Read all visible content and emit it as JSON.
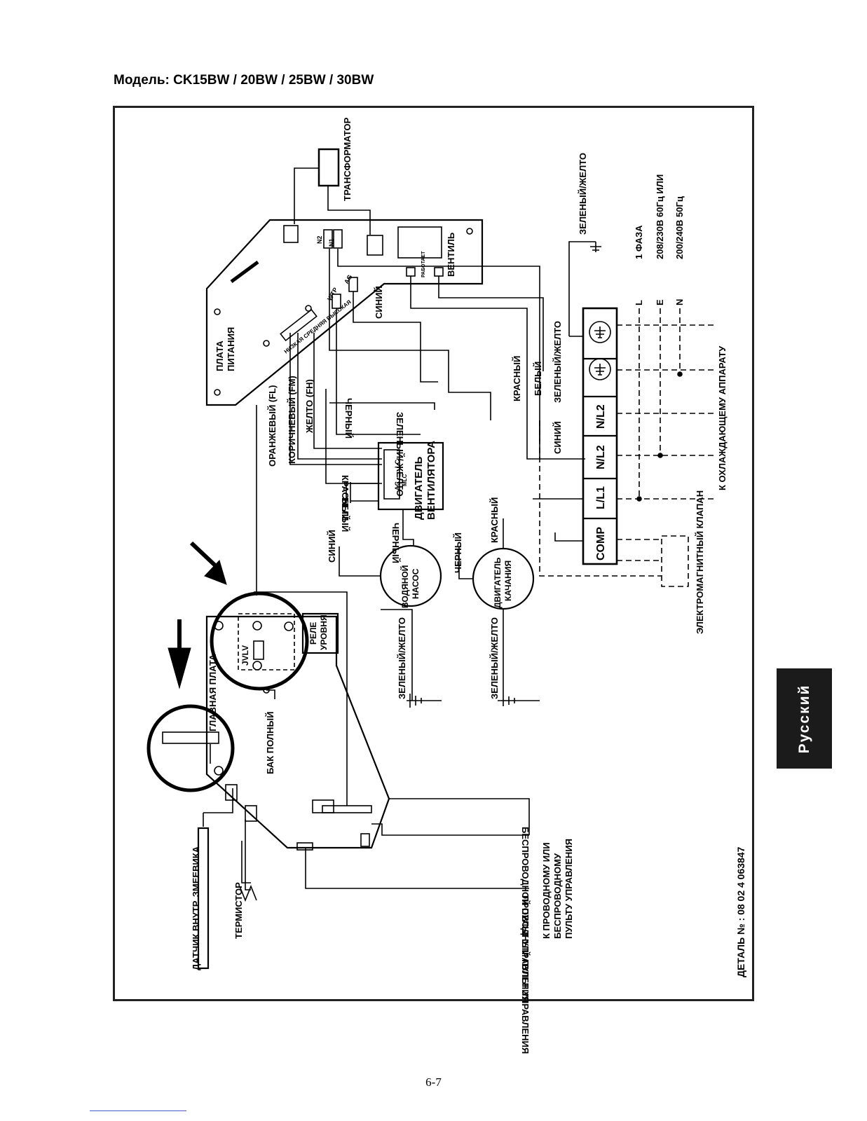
{
  "title": "Модель: CK15BW / 20BW / 25BW / 30BW",
  "side_tab": "Русский",
  "page_number": "6-7",
  "labels": {
    "transformer": "ТРАНСФОРМАТОР",
    "power_board_1": "ПЛАТА",
    "power_board_2": "ПИТАНИЯ",
    "n2": "N2",
    "n1": "N1",
    "wtp": "WTP",
    "ag": "AG",
    "works": "РАБОТАЕТ",
    "valve": "ВЕНТИЛЬ",
    "speeds": "НИЗКАЯ СРЕДНЯЯ ВЫСОКАЯ",
    "blue_1": "СИНИЙ",
    "black_1": "ЧЕРНЫЙ",
    "orange_fl": "ОРАНЖЕВЫЙ (FL)",
    "brown_fm": "КОРИЧНЕВЫЙ (FM)",
    "yellow_fh": "ЖЕЛТО (FH)",
    "green_yellow_mirror": "ЗЕЛЕНЫЙ/ ЖЕЛТО",
    "red_mirror": "КРАСНЫЙ",
    "white_mirror": "БЕЛЫЙ",
    "ac": "AC",
    "lc": "LC",
    "mlc": "MLC",
    "fan_motor_1": "ДВИГАТЕЛЬ",
    "fan_motor_2": "ВЕНТИЛЯТОРА",
    "black_2": "ЧЕРНЫЙ",
    "red_1": "КРАСНЫЙ",
    "white_1": "БЕЛЫЙ",
    "green_yellow_1": "ЗЕЛЕНЫЙ/ЖЕЛТО",
    "blue_2": "СИНИЙ",
    "red_2": "КРАСНЫЙ",
    "black_3": "ЧЕРНЫЙ",
    "water_pump_1": "ВОДЯНОЙ",
    "water_pump_2": "НАСОС",
    "swing_motor_1": "ДВИГАТЕЛЬ",
    "swing_motor_2": "КАЧАНИЯ",
    "green_yellow_2": "ЗЕЛЕНЫЙ/ЖЕЛТО",
    "green_yellow_3": "ЗЕЛЕНЫЙ/ЖЕЛТО",
    "blue_3": "СИНИЙ",
    "level_relay_1": "РЕЛЕ",
    "level_relay_2": "УРОВНЯ",
    "jvlv": "JVLV",
    "main_board": "ГЛАВНАЯ ПЛАТА",
    "tank_full": "БАК ПОЛНЫЙ",
    "coil_sensor": "ДАТЧИК ВНУТР. ЗМЕЕВИКА",
    "thermistor": "ТЕРМИСТОР",
    "wired_remote": "ПРОВОДНЫЙ ПУЛЬТ УПРАВЛЕНИЯ",
    "wireless_remote": "БЕСПРОВОДНОЙ ПУЛЬТ УПРАВЛЕНИЯ",
    "to_remote_1": "К ПРОВОДНОМУ ИЛИ",
    "to_remote_2": "БЕСПРОВОДНОМУ",
    "to_remote_3": "ПУЛЬТУ УПРАВЛЕНИЯ",
    "solenoid_valve": "ЭЛЕКТРОМАГНИТНЫЙ КЛАПАН",
    "to_cooling_unit": "К ОХЛАЖДАЮЩЕМУ АППАРАТУ",
    "green_yellow_top": "ЗЕЛЕНЫЙ/ЖЕЛТО",
    "phase": "1 ФАЗА",
    "voltage_1": "208/230В 60Гц ИЛИ",
    "voltage_2": "200/240В 50Гц",
    "l": "L",
    "e": "E",
    "n": "N",
    "terminal_comp": "COMP",
    "terminal_l1": "L/L1",
    "terminal_n2a": "N/L2",
    "terminal_n2b": "N/L2",
    "part_no": "ДЕТАЛЬ № : 08 02 4 063847"
  }
}
